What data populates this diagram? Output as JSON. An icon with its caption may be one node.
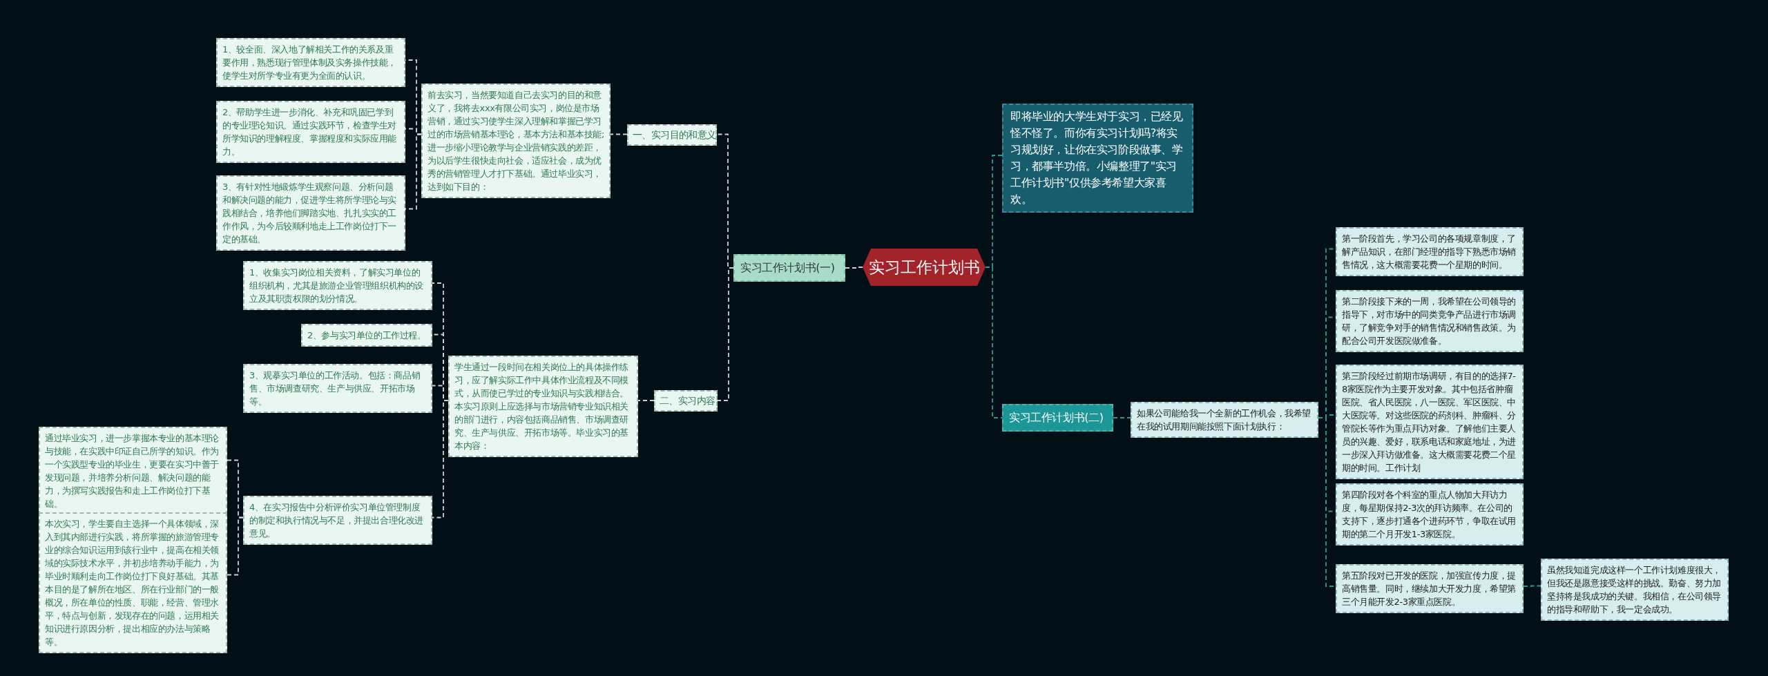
{
  "diagram": {
    "nodes": [
      {
        "text": [
          "实习工作计划书"
        ]
      },
      {
        "text": [
          "实习工作计划书(一)"
        ]
      },
      {
        "text": [
          "一、实习目的和意义"
        ]
      },
      {
        "text": [
          "前去实习，当然要知道自己去实习的目的和意义了，我将去xxx有限公司实习，岗位是市场营销，通过实习使学生深入理解和掌握已学习过的市场营销基本理论，基本方法和基本技能;进一步缩小理论教学与企业营销实践的差距，为以后学生很快走向社会，适应社会，成为优秀的营销管理人才打下基础。通过毕业实习，达到如下目的："
        ]
      },
      {
        "text": [
          "1、较全面、深入地了解相关工作的关系及重要作用，熟悉现行管理体制及实务操作技能，使学生对所学专业有更为全面的认识。"
        ]
      },
      {
        "text": [
          "2、帮助学生进一步消化、补充和巩固已学到的专业理论知识。通过实践环节，检查学生对所学知识的理解程度、掌握程度和实际应用能力。"
        ]
      },
      {
        "text": [
          "3、有针对性地锻炼学生观察问题、分析问题和解决问题的能力，促进学生将所学理论与实践相结合，培养他们脚踏实地、扎扎实实的工作作风，为今后较顺利地走上工作岗位打下一定的基础。"
        ]
      },
      {
        "text": [
          "二、实习内容"
        ]
      },
      {
        "text": [
          "学生通过一段时间在相关岗位上的具体操作练习，应了解实际工作中具体作业流程及不同模式，从而使已学过的专业知识与实践相结合。本实习原则上应选择与市场营销专业知识相关的部门进行，内容包括商品销售、市场调查研究、生产与供应、开拓市场等。毕业实习的基本内容："
        ]
      },
      {
        "text": [
          "1、收集实习岗位相关资料，了解实习单位的组织机构，尤其是旅游企业管理组织机构的设立及其职责权限的划分情况。"
        ]
      },
      {
        "text": [
          "2、参与实习单位的工作过程。"
        ]
      },
      {
        "text": [
          "3、观摹实习单位的工作活动。包括：商品销售、市场调查研究、生产与供应、开拓市场等。"
        ]
      },
      {
        "text": [
          "4、在实习报告中分析评价实习单位管理制度的制定和执行情况与不足，并提出合理化改进意见。"
        ]
      },
      {
        "text": [
          "通过毕业实习，进一步掌握本专业的基本理论与技能，在实践中印证自己所学的知识。作为一个实践型专业的毕业生，更要在实习中善于发现问题，并培养分析问题、解决问题的能力，为撰写实践报告和走上工作岗位打下基础。"
        ]
      },
      {
        "text": [
          "本次实习，学生要自主选择一个具体领域，深入到其内部进行实践，将所掌握的旅游管理专业的综合知识运用到该行业中，提高在相关领域的实际技术水平，并初步培养动手能力，为毕业时顺利走向工作岗位打下良好基础。其基本目的是了解所在地区、所在行业部门的一般概况，所在单位的性质、职能，经营、管理水平，特点与创新，发现存在的问题，运用相关知识进行原因分析，提出相应的办法与策略等。"
        ]
      },
      {
        "text": [
          "即将毕业的大学生对于实习，已经见怪不怪了。而你有实习计划吗?将实习规划好，让你在实习阶段做事、学习，都事半功倍。小编整理了\"实习工作计划书\"仅供参考希望大家喜欢。"
        ]
      },
      {
        "text": [
          "实习工作计划书(二)"
        ]
      },
      {
        "text": [
          "如果公司能给我一个全新的工作机会，我希望在我的试用期间能按照下面计划执行："
        ]
      },
      {
        "text": [
          "第一阶段首先，学习公司的各项规章制度，了解产品知识，在部门经理的指导下熟悉市场销售情况，这大概需要花费一个星期的时间。"
        ]
      },
      {
        "text": [
          "第二阶段接下来的一周，我希望在公司领导的指导下，对市场中的同类竞争产品进行市场调研，了解竞争对手的销售情况和销售政策。为配合公司开发医院做准备。"
        ]
      },
      {
        "text": [
          "第三阶段经过前期市场调研，有目的的选择7-8家医院作为主要开发对象。其中包括省肿瘤医院、省人民医院，八一医院、军区医院、中大医院等。对这些医院的药剂科、肿瘤科、分管院长等作为重点拜访对象。了解他们主要人员的兴趣、爱好，联系电话和家庭地址，为进一步深入拜访做准备。这大概需要花费二个星期的时间。工作计划"
        ]
      },
      {
        "text": [
          "第四阶段对各个科室的重点人物加大拜访力度，每星期保持2-3次的拜访频率。在公司的支持下，逐步打通各个进药环节，争取在试用期的第二个月开发1-3家医院。"
        ]
      },
      {
        "text": [
          "第五阶段对已开发的医院，加强宣传力度，提高销售量。同时，继续加大开发力度，希望第三个月能开发2-3家重点医院。"
        ]
      },
      {
        "text": [
          "虽然我知道完成这样一个工作计划难度很大，但我还是愿意接受这样的挑战。勤奋、努力加坚持将是我成功的关键。我相信，在公司领导的指导和帮助下，我一定会成功。"
        ]
      }
    ],
    "edges": [
      {
        "from": 0,
        "to": 1,
        "arrow": "none"
      },
      {
        "from": 1,
        "to": 2,
        "arrow": "none"
      },
      {
        "from": 1,
        "to": 7,
        "arrow": "none"
      },
      {
        "from": 2,
        "to": 3,
        "arrow": "none"
      },
      {
        "from": 3,
        "to": 4,
        "arrow": "none"
      },
      {
        "from": 3,
        "to": 5,
        "arrow": "none"
      },
      {
        "from": 3,
        "to": 6,
        "arrow": "none"
      },
      {
        "from": 7,
        "to": 8,
        "arrow": "none"
      },
      {
        "from": 8,
        "to": 9,
        "arrow": "none"
      },
      {
        "from": 8,
        "to": 10,
        "arrow": "none"
      },
      {
        "from": 8,
        "to": 11,
        "arrow": "none"
      },
      {
        "from": 8,
        "to": 12,
        "arrow": "none"
      },
      {
        "from": 12,
        "to": 13,
        "arrow": "none"
      },
      {
        "from": 12,
        "to": 14,
        "arrow": "none"
      },
      {
        "from": 0,
        "to": 15,
        "arrow": "none",
        "color": "#2a9a98"
      },
      {
        "from": 0,
        "to": 16,
        "arrow": "none",
        "color": "#2a9a98"
      },
      {
        "from": 16,
        "to": 17,
        "arrow": "none",
        "color": "#2a9a98"
      },
      {
        "from": 17,
        "to": 18,
        "arrow": "none",
        "color": "#2a9a98"
      },
      {
        "from": 17,
        "to": 19,
        "arrow": "none",
        "color": "#2a9a98"
      },
      {
        "from": 17,
        "to": 20,
        "arrow": "none",
        "color": "#2a9a98"
      },
      {
        "from": 17,
        "to": 21,
        "arrow": "none",
        "color": "#2a9a98"
      },
      {
        "from": 17,
        "to": 22,
        "arrow": "none",
        "color": "#2a9a98"
      },
      {
        "from": 22,
        "to": 23,
        "arrow": "none",
        "color": "#2a9a98"
      }
    ]
  }
}
